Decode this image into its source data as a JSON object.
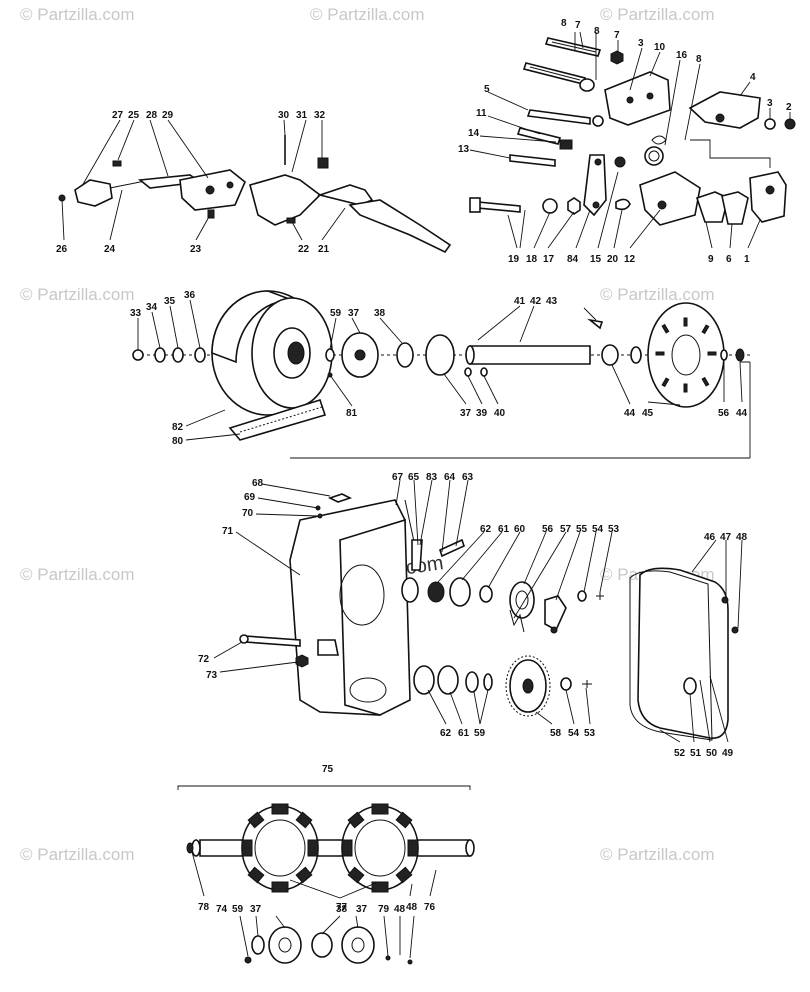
{
  "watermark": {
    "text": "© Partzilla.com",
    "center_text": "© Partzilla.com"
  },
  "labels": {
    "n1": "1",
    "n2": "2",
    "n3": "3",
    "n3b": "3",
    "n4": "4",
    "n5": "5",
    "n6": "6",
    "n7": "7",
    "n7b": "7",
    "n8": "8",
    "n8b": "8",
    "n8c": "8",
    "n9": "9",
    "n10": "10",
    "n11": "11",
    "n12": "12",
    "n13": "13",
    "n14": "14",
    "n15": "15",
    "n16": "16",
    "n17": "17",
    "n18": "18",
    "n19": "19",
    "n20": "20",
    "n21": "21",
    "n22": "22",
    "n23": "23",
    "n24": "24",
    "n25": "25",
    "n26": "26",
    "n27": "27",
    "n28": "28",
    "n29": "29",
    "n30": "30",
    "n31": "31",
    "n32": "32",
    "n84": "84",
    "n33": "33",
    "n34": "34",
    "n35": "35",
    "n36": "36",
    "n59": "59",
    "n37": "37",
    "n38": "38",
    "n41": "41",
    "n42": "42",
    "n43": "43",
    "n81": "81",
    "n37b": "37",
    "n39": "39",
    "n40": "40",
    "n44": "44",
    "n45": "45",
    "n56": "56",
    "n44b": "44",
    "n82": "82",
    "n80": "80",
    "n68": "68",
    "n69": "69",
    "n70": "70",
    "n71": "71",
    "n67": "67",
    "n65": "65",
    "n83": "83",
    "n64": "64",
    "n63": "63",
    "n62": "62",
    "n61": "61",
    "n60": "60",
    "n56b": "56",
    "n57": "57",
    "n55": "55",
    "n54": "54",
    "n53": "53",
    "n46": "46",
    "n47": "47",
    "n48": "48",
    "n72": "72",
    "n73": "73",
    "n62b": "62",
    "n61b": "61",
    "n59b": "59",
    "n58": "58",
    "n54b": "54",
    "n53b": "53",
    "n52": "52",
    "n51": "51",
    "n50": "50",
    "n49": "49",
    "n75": "75",
    "n78": "78",
    "n77": "77",
    "n48b": "48",
    "n76": "76",
    "n74": "74",
    "n59c": "59",
    "n37c": "37",
    "n38b": "38",
    "n37d": "37",
    "n79": "79",
    "n48c": "48"
  }
}
